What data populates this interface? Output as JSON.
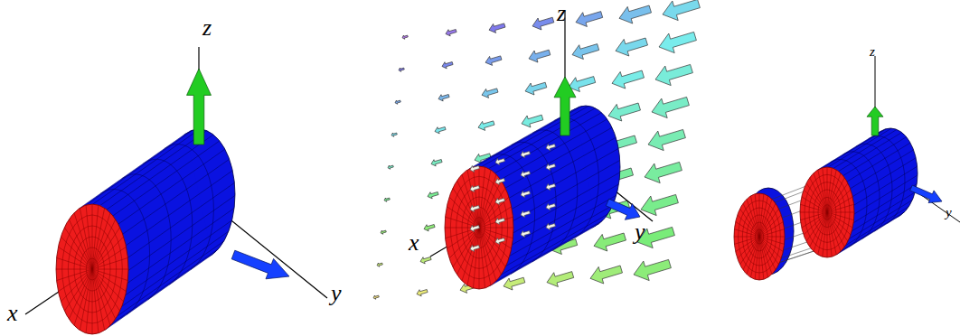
{
  "diagram": {
    "labels": [
      "z",
      "x",
      "y",
      "z",
      "x",
      "y",
      "z",
      "y"
    ]
  }
}
